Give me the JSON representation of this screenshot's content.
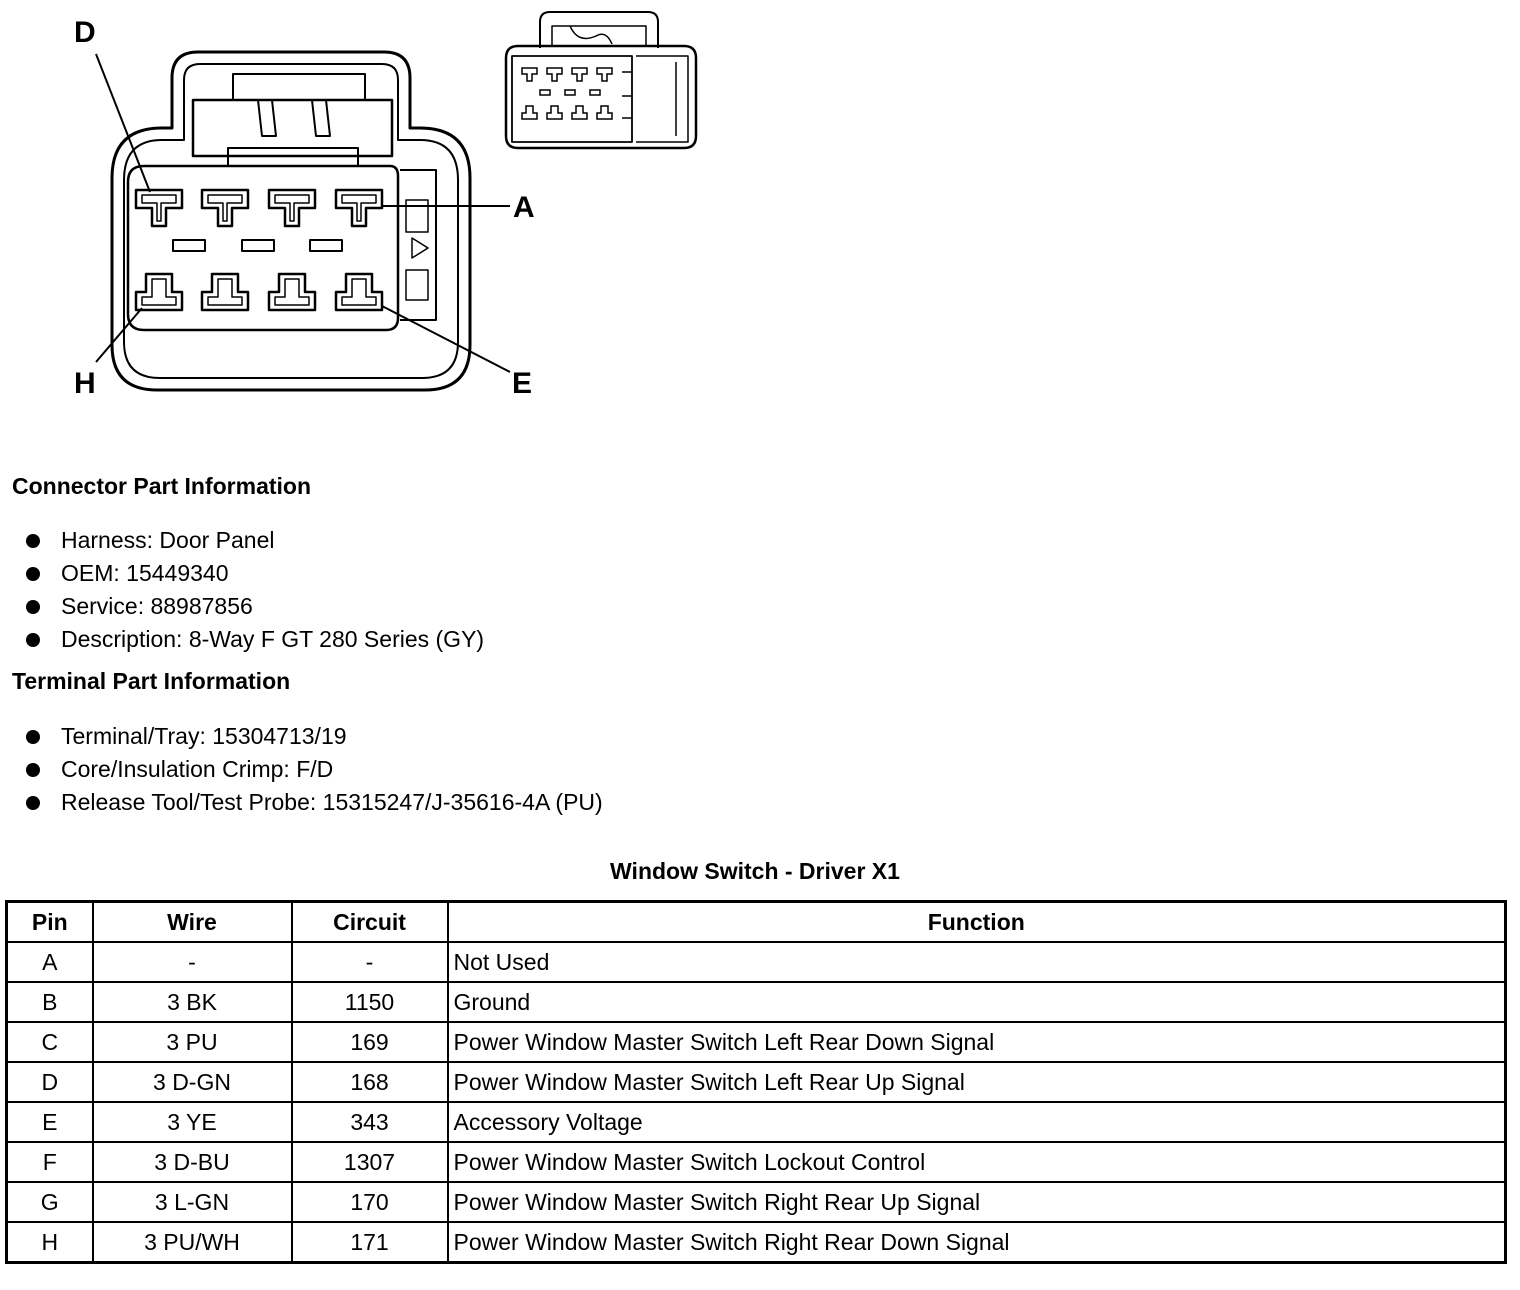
{
  "diagram": {
    "labels": {
      "d": "D",
      "a": "A",
      "h": "H",
      "e": "E"
    }
  },
  "connector_info": {
    "heading": "Connector Part Information",
    "items": [
      "Harness: Door Panel",
      "OEM: 15449340",
      "Service: 88987856",
      "Description: 8-Way F GT 280 Series (GY)"
    ]
  },
  "terminal_info": {
    "heading": "Terminal Part Information",
    "items": [
      "Terminal/Tray: 15304713/19",
      "Core/Insulation Crimp: F/D",
      "Release Tool/Test Probe: 15315247/J-35616-4A (PU)"
    ]
  },
  "table": {
    "title": "Window Switch - Driver X1",
    "headers": [
      "Pin",
      "Wire",
      "Circuit",
      "Function"
    ],
    "rows": [
      [
        "A",
        "-",
        "-",
        "Not Used"
      ],
      [
        "B",
        "3 BK",
        "1150",
        "Ground"
      ],
      [
        "C",
        "3 PU",
        "169",
        "Power Window Master Switch Left Rear Down Signal"
      ],
      [
        "D",
        "3 D-GN",
        "168",
        "Power Window Master Switch Left Rear Up Signal"
      ],
      [
        "E",
        "3 YE",
        "343",
        "Accessory Voltage"
      ],
      [
        "F",
        "3 D-BU",
        "1307",
        "Power Window Master Switch Lockout Control"
      ],
      [
        "G",
        "3 L-GN",
        "170",
        "Power Window Master Switch Right Rear Up Signal"
      ],
      [
        "H",
        "3 PU/WH",
        "171",
        "Power Window Master Switch Right Rear Down Signal"
      ]
    ]
  }
}
